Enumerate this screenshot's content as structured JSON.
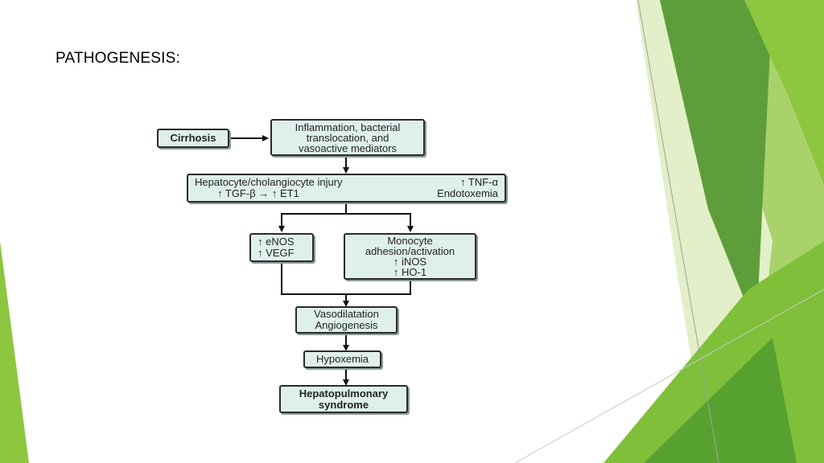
{
  "slide": {
    "title": "PATHOGENESIS:"
  },
  "colors": {
    "accent_green": "#8dc63f",
    "dark_green": "#5a9e32",
    "light_green": "#d6e8b0",
    "box_fill": "#dff0ec",
    "box_border": "#2b2b2b"
  },
  "diagram": {
    "cirrhosis": "Cirrhosis",
    "inflammation": [
      "Inflammation, bacterial",
      "translocation, and",
      "vasoactive mediators"
    ],
    "injury": {
      "left": [
        "Hepatocyte/cholangiocyte injury",
        "↑ TGF-β → ↑ ET1"
      ],
      "right": [
        "↑ TNF-α",
        "Endotoxemia"
      ]
    },
    "enos": [
      "↑ eNOS",
      "↑ VEGF"
    ],
    "monocyte": [
      "Monocyte",
      "adhesion/activation",
      "↑ iNOS",
      "↑ HO-1"
    ],
    "vasodilatation": [
      "Vasodilatation",
      "Angiogenesis"
    ],
    "hypoxemia": "Hypoxemia",
    "hps": [
      "Hepatopulmonary",
      "syndrome"
    ]
  }
}
